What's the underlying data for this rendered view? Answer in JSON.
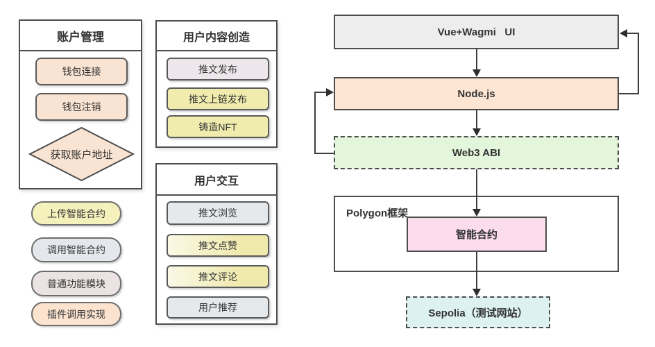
{
  "account_panel": {
    "title": "账户管理",
    "items": [
      "钱包连接",
      "钱包注销"
    ],
    "item_fill": "#f9e3d2",
    "diamond_label": "获取账户地址",
    "diamond_fill": "#f9e3d2"
  },
  "legend_pills": {
    "items": [
      {
        "label": "上传智能合约",
        "fill": "#f5f1bd"
      },
      {
        "label": "调用智能合约",
        "fill": "#e4e8ec"
      },
      {
        "label": "普通功能模块",
        "fill": "#ebe3e3"
      },
      {
        "label": "插件调用实现",
        "fill": "#fbe3d0"
      }
    ]
  },
  "content_panel": {
    "title": "用户内容创造",
    "items": [
      {
        "label": "推文发布",
        "fill": "#ede7eb"
      },
      {
        "label": "推文上链发布",
        "fill": "#f0ecae"
      },
      {
        "label": "铸造NFT",
        "fill": "#f0ecae"
      }
    ]
  },
  "interaction_panel": {
    "title": "用户交互",
    "items": [
      {
        "label": "推文浏览",
        "fill": "#e6e9ec"
      },
      {
        "label": "推文点赞",
        "fill": "#efe9ab"
      },
      {
        "label": "推文评论",
        "fill": "#efe9ab"
      },
      {
        "label": "用户推荐",
        "fill": "#e6e9ec"
      }
    ]
  },
  "flowchart": {
    "ui": {
      "label": "Vue+Wagmi   UI",
      "fill": "#ededee"
    },
    "node_js": {
      "label": "Node.js",
      "fill": "#fce5d3"
    },
    "web3": {
      "label": "Web3 ABI",
      "fill": "#e3f5da"
    },
    "polygon_container_label": "Polygon框架",
    "contract": {
      "label": "智能合约",
      "fill": "#fadcec"
    },
    "sepolia": {
      "label": "Sepolia（测试网站）",
      "fill": "#ddf2f0"
    }
  },
  "colors": {
    "line": "#3d3d3d",
    "border_dark": "#4d4d4d"
  }
}
